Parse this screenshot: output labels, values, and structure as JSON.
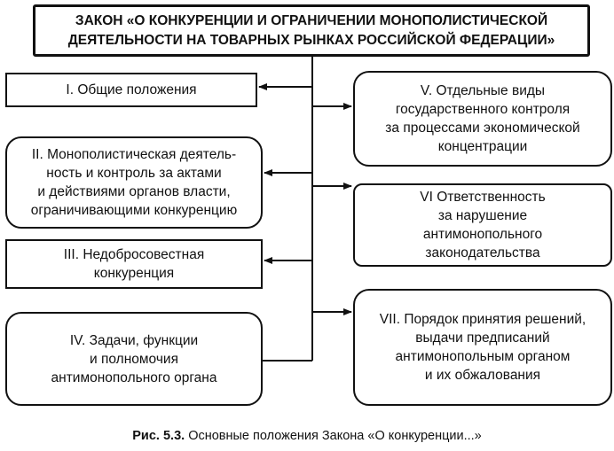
{
  "title": "ЗАКОН «О КОНКУРЕНЦИИ И ОГРАНИЧЕНИИ МОНОПОЛИСТИЧЕСКОЙ ДЕЯТЕЛЬНОСТИ НА ТОВАРНЫХ РЫНКАХ РОССИЙСКОЙ ФЕДЕРАЦИИ»",
  "title_lines": {
    "line1": "ЗАКОН «О КОНКУРЕНЦИИ И ОГРАНИЧЕНИИ МОНОПОЛИСТИЧЕСКОЙ",
    "line2": "ДЕЯТЕЛЬНОСТИ НА ТОВАРНЫХ РЫНКАХ РОССИЙСКОЙ ФЕДЕРАЦИИ»"
  },
  "sections": {
    "s1": "I. Общие положения",
    "s2": "II. Монополистическая деятель-\nность и контроль за актами\nи действиями органов власти,\nограничивающими конкуренцию",
    "s3": "III. Недобросовестная\nконкуренция",
    "s4": "IV. Задачи, функции\nи полномочия\nантимонопольного органа",
    "s5": "V. Отдельные виды\nгосударственного контроля\nза процессами экономической\nконцентрации",
    "s6": "VI  Ответственность\nза нарушение\nантимонопольного\nзаконодательства",
    "s7": "VII. Порядок принятия решений,\nвыдачи предписаний\nантимонопольным органом\nи их обжалования"
  },
  "caption": {
    "label": "Рис. 5.3.",
    "text": "Основные положения Закона «О конкуренции...»"
  }
}
